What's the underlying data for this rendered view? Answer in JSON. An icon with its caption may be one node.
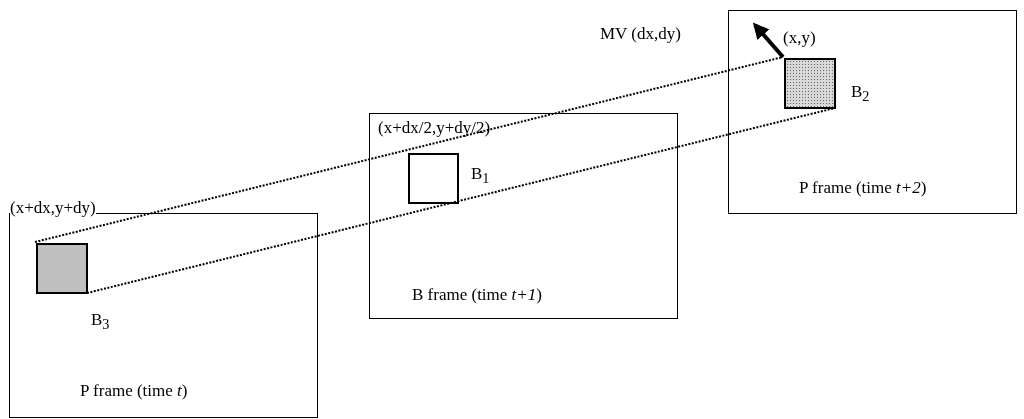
{
  "diagram": {
    "nodes": [
      {
        "text": [
          "P frame (time *t+2*)"
        ]
      },
      {
        "text": [],
        "shape": "box",
        "in": 0,
        "beside": [
          "B$_{2}$",
          "(x,y)"
        ]
      },
      {
        "text": [
          "B frame (time *t+1*)"
        ]
      },
      {
        "text": [],
        "shape": "box",
        "in": 2,
        "beside": [
          "(x+dx/2,y+dy/2)",
          "B$_{1}$"
        ]
      },
      {
        "text": [
          "P frame (time *t*)"
        ]
      },
      {
        "text": [],
        "shape": "box",
        "in": 4,
        "beside": [
          "(x+dx,y+dy)",
          "B$_{3}$"
        ]
      }
    ],
    "edges": [
      {
        "from": 5,
        "to": 1,
        "arrow": "none",
        "style": "dashed"
      },
      {
        "from": 5,
        "to": 1,
        "arrow": "none",
        "style": "dashed"
      },
      {
        "from": 1,
        "to": null,
        "arrow": "to",
        "label": "MV (dx,dy)",
        "style": "thick"
      }
    ]
  }
}
